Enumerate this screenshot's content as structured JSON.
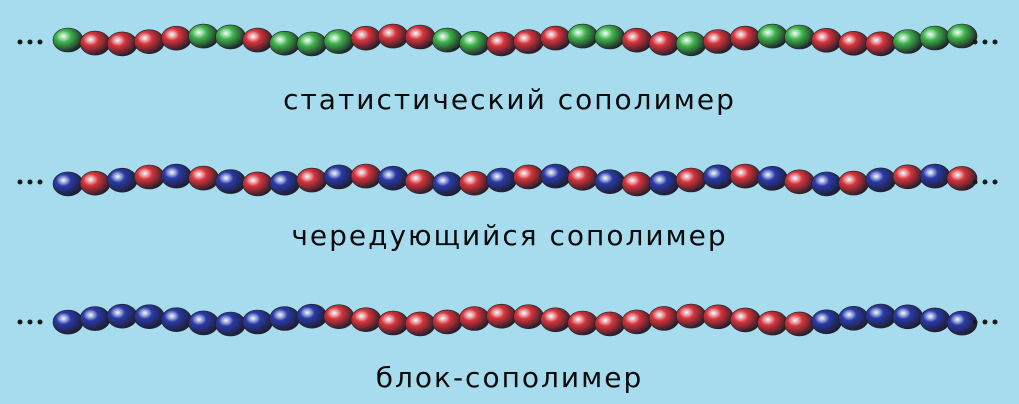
{
  "colors": {
    "background": "#a7dcef",
    "monomer_red": "#d9343b",
    "monomer_green": "#3fb54a",
    "monomer_blue": "#2a3aa8",
    "ellipsis": "#1a1a1a"
  },
  "ellipsis_text": "...",
  "diagrams": [
    {
      "caption": "статистический сополимер",
      "chain": [
        "G",
        "R",
        "R",
        "R",
        "R",
        "G",
        "G",
        "R",
        "G",
        "G",
        "G",
        "R",
        "R",
        "R",
        "G",
        "G",
        "R",
        "R",
        "R",
        "G",
        "G",
        "R",
        "R",
        "G",
        "R",
        "R",
        "G",
        "G",
        "R",
        "R",
        "R",
        "G",
        "G",
        "G"
      ]
    },
    {
      "caption": "чередующийся сополимер",
      "chain": [
        "B",
        "R",
        "B",
        "R",
        "B",
        "R",
        "B",
        "R",
        "B",
        "R",
        "B",
        "R",
        "B",
        "R",
        "B",
        "R",
        "B",
        "R",
        "B",
        "R",
        "B",
        "R",
        "B",
        "R",
        "B",
        "R",
        "B",
        "R",
        "B",
        "R",
        "B",
        "R",
        "B",
        "R"
      ]
    },
    {
      "caption": "блок-сополимер",
      "chain": [
        "B",
        "B",
        "B",
        "B",
        "B",
        "B",
        "B",
        "B",
        "B",
        "B",
        "R",
        "R",
        "R",
        "R",
        "R",
        "R",
        "R",
        "R",
        "R",
        "R",
        "R",
        "R",
        "R",
        "R",
        "R",
        "R",
        "R",
        "R",
        "B",
        "B",
        "B",
        "B",
        "B",
        "B"
      ]
    }
  ]
}
